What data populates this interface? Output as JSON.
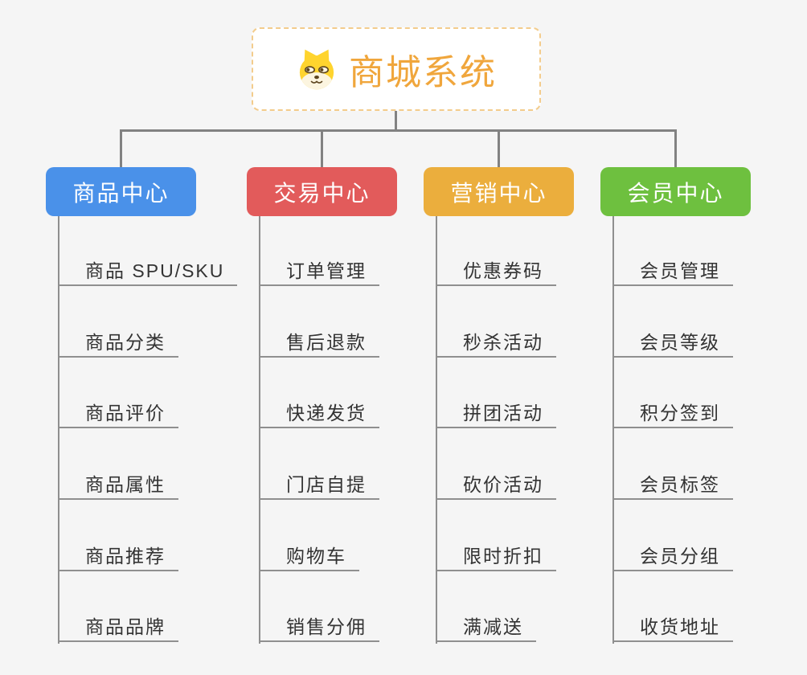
{
  "root": {
    "title": "商城系统",
    "icon": "dog-face-icon"
  },
  "branches": [
    {
      "label": "商品中心",
      "color": "#4A91E9",
      "items": [
        "商品 SPU/SKU",
        "商品分类",
        "商品评价",
        "商品属性",
        "商品推荐",
        "商品品牌"
      ]
    },
    {
      "label": "交易中心",
      "color": "#E25B5B",
      "items": [
        "订单管理",
        "售后退款",
        "快递发货",
        "门店自提",
        "购物车",
        "销售分佣"
      ]
    },
    {
      "label": "营销中心",
      "color": "#EBAE3D",
      "items": [
        "优惠券码",
        "秒杀活动",
        "拼团活动",
        "砍价活动",
        "限时折扣",
        "满减送"
      ]
    },
    {
      "label": "会员中心",
      "color": "#6EC03F",
      "items": [
        "会员管理",
        "会员等级",
        "积分签到",
        "会员标签",
        "会员分组",
        "收货地址"
      ]
    }
  ],
  "colors": {
    "background": "#F5F5F5",
    "root_text": "#F0A63C",
    "root_border": "#F3CC8C",
    "connector": "#828282",
    "underline": "#8F8F8F",
    "item_text": "#333333"
  }
}
